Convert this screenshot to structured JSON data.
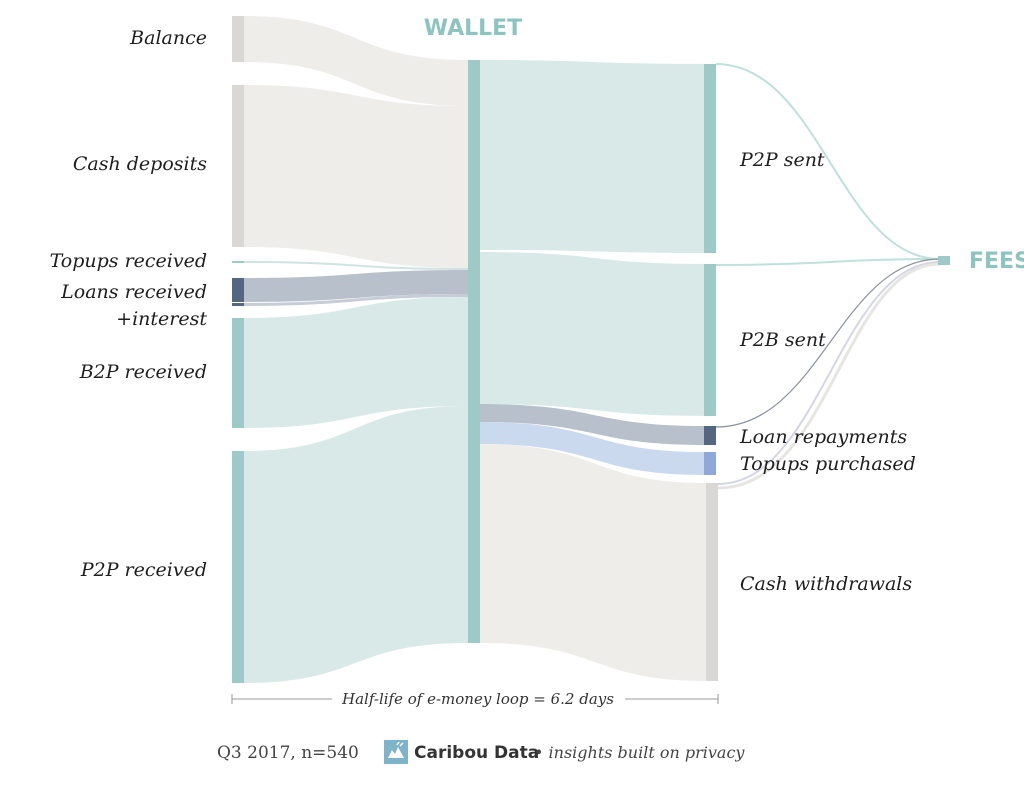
{
  "title": "WALLET",
  "fees_label": "FEES",
  "sources": [
    {
      "label": "Balance",
      "color": "#d9d8d4"
    },
    {
      "label": "Cash deposits",
      "color": "#d9d8d4"
    },
    {
      "label": "Topups received",
      "color": "#9dcac6"
    },
    {
      "label": "Loans received",
      "color": "#556680"
    },
    {
      "label": "+interest",
      "color": "#556680"
    },
    {
      "label": "B2P received",
      "color": "#9dcac6"
    },
    {
      "label": "P2P received",
      "color": "#9dcac6"
    }
  ],
  "destinations": [
    {
      "label": "P2P sent",
      "color": "#9dcac6"
    },
    {
      "label": "P2B sent",
      "color": "#9dcac6"
    },
    {
      "label": "Loan repayments",
      "color": "#556680"
    },
    {
      "label": "Topups purchased",
      "color": "#8ea9d9"
    },
    {
      "label": "Cash withdrawals",
      "color": "#d9d8d4"
    }
  ],
  "colors": {
    "wallet": "#9dcac6",
    "grey_flow": "#eeedea",
    "teal_flow": "#d8e9e7",
    "loan_flow": "#b8c0cb",
    "topup_flow": "#cbd9ee",
    "header": "#8ec4bf"
  },
  "annotation": "Half-life of e-money loop = 6.2 days",
  "footer": {
    "period": "Q3 2017, n=540",
    "brand": "Caribou Data",
    "tagline": "• insights built on privacy",
    "logo_icon": "caribou-logo-icon"
  }
}
